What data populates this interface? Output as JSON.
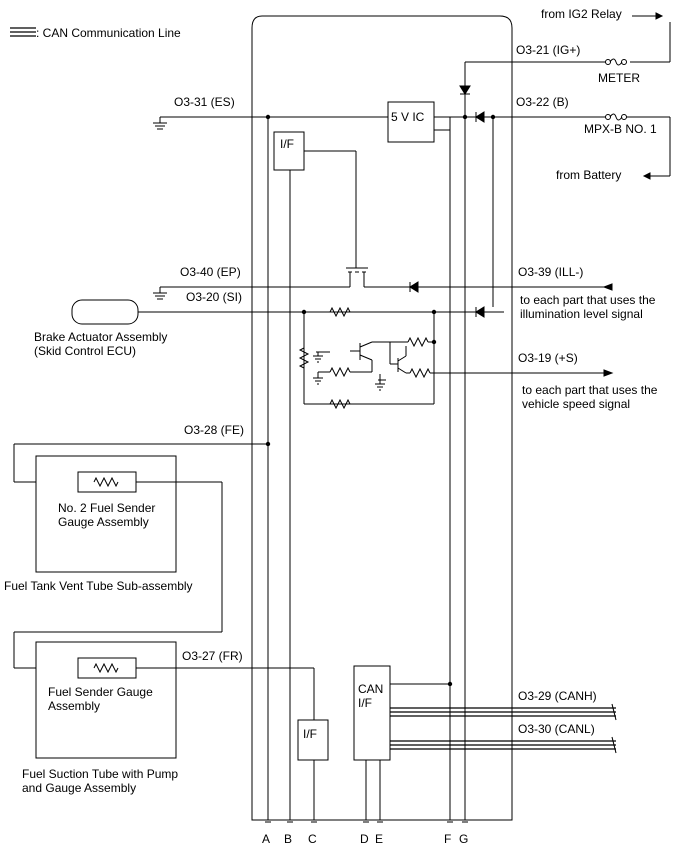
{
  "legend": {
    "can_line": ": CAN Communication Line"
  },
  "sources": {
    "ig2_relay": "from IG2 Relay",
    "meter_fuse": "METER",
    "mpxb_fuse": "MPX-B NO. 1",
    "battery": "from Battery"
  },
  "terminals": {
    "ig_plus": "O3-21 (IG+)",
    "b": "O3-22 (B)",
    "es": "O3-31 (ES)",
    "ep": "O3-40 (EP)",
    "si": "O3-20 (SI)",
    "ill": "O3-39 (ILL-)",
    "plus_s": "O3-19 (+S)",
    "fe": "O3-28 (FE)",
    "fr": "O3-27 (FR)",
    "canh": "O3-29 (CANH)",
    "canl": "O3-30 (CANL)"
  },
  "internal": {
    "ic_5v": "5 V IC",
    "if_top": "I/F",
    "if_bottom": "I/F",
    "can_if_line1": "CAN",
    "can_if_line2": "I/F"
  },
  "notes": {
    "ill_line1": "to each part that uses the",
    "ill_line2": "illumination level signal",
    "speed_line1": "to each part that uses the",
    "speed_line2": "vehicle speed signal"
  },
  "components": {
    "brake_line1": "Brake Actuator Assembly",
    "brake_line2": "(Skid Control ECU)",
    "no2_sender_line1": "No. 2 Fuel Sender",
    "no2_sender_line2": "Gauge Assembly",
    "vent_tube": "Fuel Tank Vent Tube Sub-assembly",
    "sender_line1": "Fuel Sender Gauge",
    "sender_line2": "Assembly",
    "suction_line1": "Fuel Suction Tube with Pump",
    "suction_line2": "and Gauge Assembly"
  },
  "bus_labels": [
    "A",
    "B",
    "C",
    "D",
    "E",
    "F",
    "G"
  ]
}
